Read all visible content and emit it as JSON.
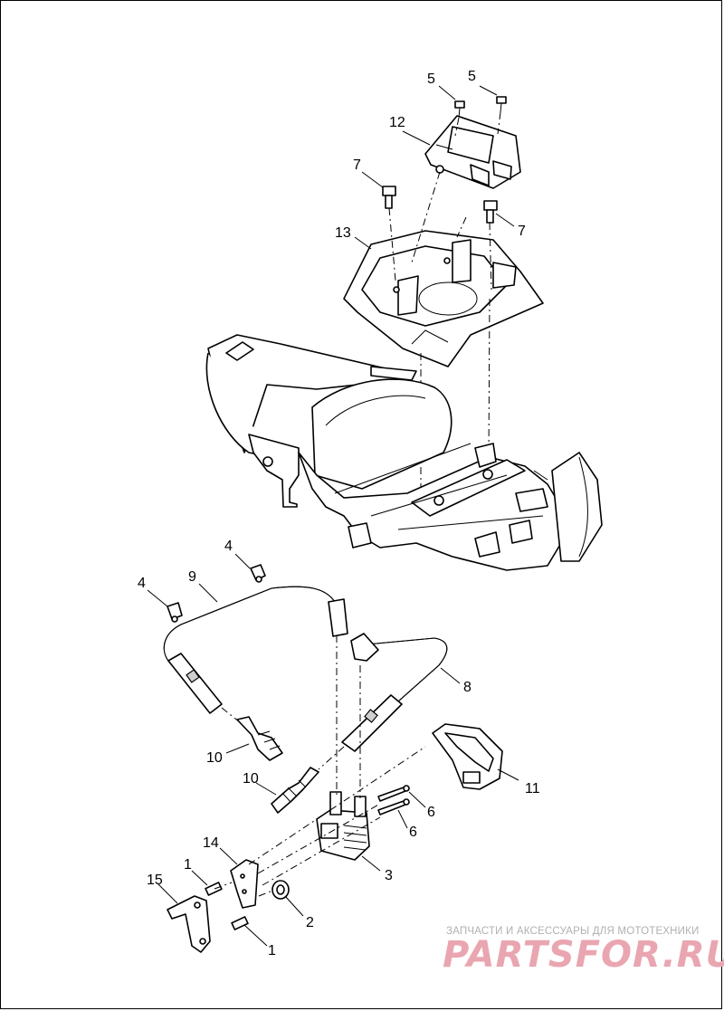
{
  "callouts": {
    "c5a": "5",
    "c5b": "5",
    "c12": "12",
    "c7a": "7",
    "c7b": "7",
    "c13": "13",
    "c4a": "4",
    "c4b": "4",
    "c9": "9",
    "c8": "8",
    "c10a": "10",
    "c10b": "10",
    "c11": "11",
    "c6a": "6",
    "c6b": "6",
    "c14": "14",
    "c1a": "1",
    "c1b": "1",
    "c15": "15",
    "c3": "3",
    "c2": "2"
  },
  "watermark": {
    "tagline": "ЗАПЧАСТИ И АКСЕССУАРЫ ДЛЯ МОТОТЕХНИКИ",
    "logo": "PARTSFOR.RU"
  },
  "colors": {
    "line": "#000000",
    "watermark_text": "#b0b0b0",
    "watermark_logo": "#e9a6b0"
  }
}
